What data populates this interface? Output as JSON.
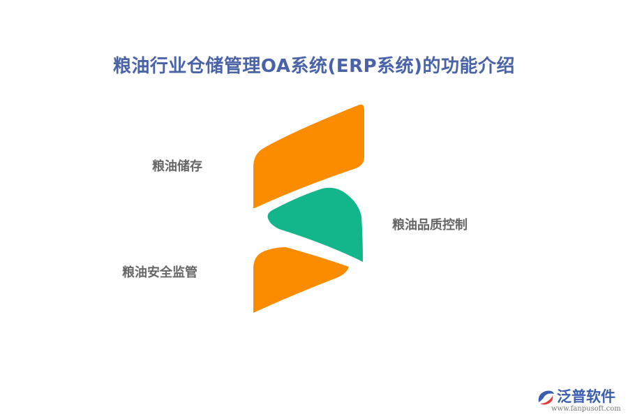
{
  "title": "粮油行业仓储管理OA系统(ERP系统)的功能介绍",
  "items": [
    {
      "label": "粮油储存",
      "color": "#fb8c00"
    },
    {
      "label": "粮油品质控制",
      "color": "#13b68a"
    },
    {
      "label": "粮油安全监管",
      "color": "#fb8c00"
    }
  ],
  "logo": {
    "name": "泛普软件",
    "url": "www.fanpusoft.com"
  }
}
